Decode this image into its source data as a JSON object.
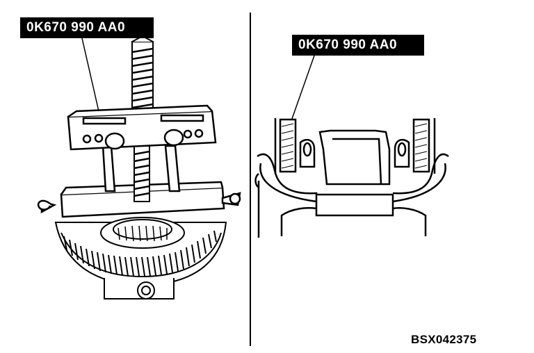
{
  "labels": {
    "left_tool": "0K670 990 AA0",
    "right_tool": "0K670 990 AA0"
  },
  "figure_code": "BSX042375"
}
